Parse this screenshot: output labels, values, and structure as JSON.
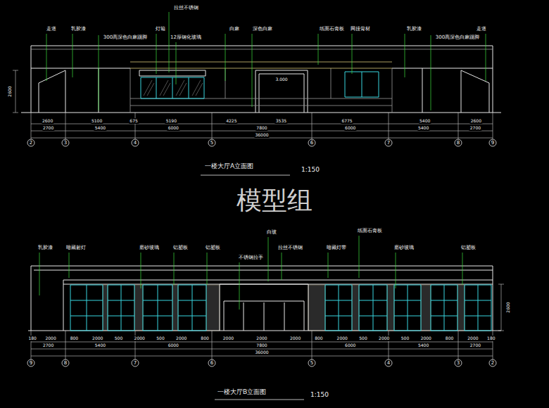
{
  "diagram": {
    "labels": [
      "走道",
      "乳胶漆",
      "300高深色白麻踢脚",
      "灯箱",
      "拉丝不锈钢",
      "12厚钢化玻璃",
      "白麻",
      "深色白麻",
      "纸面石膏板",
      "网挂骨材",
      "乳胶漆",
      "300高深色白麻踢脚",
      "走道",
      "2600",
      "3.000",
      "2600",
      "5100",
      "675",
      "5190",
      "4225",
      "3535",
      "6775",
      "5400",
      "2600",
      "2700",
      "5400",
      "6000",
      "7800",
      "6000",
      "5400",
      "2700",
      "36000",
      "2",
      "3",
      "4",
      "5",
      "6",
      "7",
      "8",
      "9",
      "一楼大厅A立面图",
      "1:150",
      "模型组",
      "乳胶漆",
      "暗藏射灯",
      "磨砂玻璃",
      "铝塑板",
      "铝塑板",
      "白玻",
      "不锈钢拉手",
      "拉丝不锈钢",
      "暗藏灯带",
      "纸面石膏板",
      "磨砂玻璃",
      "铝塑板",
      "2600",
      "180",
      "2000",
      "800",
      "2000",
      "500",
      "2000",
      "500",
      "2000",
      "800",
      "2000",
      "2000",
      "2000",
      "800",
      "2000",
      "500",
      "2000",
      "500",
      "2000",
      "800",
      "2000",
      "180",
      "2700",
      "5400",
      "6000",
      "7800",
      "6000",
      "5400",
      "2700",
      "36000",
      "9",
      "8",
      "7",
      "6",
      "5",
      "4",
      "3",
      "2",
      "一楼大厅B立面图",
      "1:150"
    ]
  }
}
